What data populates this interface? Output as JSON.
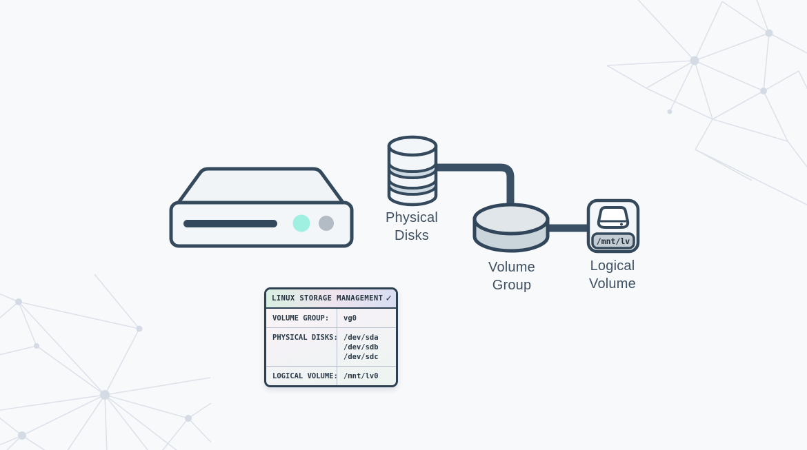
{
  "diagram": {
    "server": {
      "icon": "server-icon"
    },
    "physical_disks": {
      "label": "Physical Disks",
      "icon": "database-stack-icon"
    },
    "volume_group": {
      "label": "Volume Group",
      "icon": "disk-cylinder-icon"
    },
    "logical_volume": {
      "label": "Logical Volume",
      "icon": "hard-drive-icon",
      "mount_tag": "/mnt/lv"
    }
  },
  "card": {
    "title": "LINUX STORAGE MANAGEMENT",
    "check": "✓",
    "rows": [
      {
        "label": "VOLUME GROUP:",
        "values": [
          "vg0"
        ]
      },
      {
        "label": "PHYSICAL DISKS:",
        "values": [
          "/dev/sda",
          "/dev/sdb",
          "/dev/sdc"
        ]
      },
      {
        "label": "LOGICAL VOLUME:",
        "values": [
          "/mnt/lv0"
        ]
      }
    ]
  },
  "colors": {
    "outline": "#35495c",
    "connector": "#3a5064",
    "led_teal": "#a0f0e2",
    "led_gray": "#b3bcc4",
    "cylinder_band": "#cdd9e3",
    "background": "#f8f9fb",
    "mesh": "#dde2ea"
  }
}
